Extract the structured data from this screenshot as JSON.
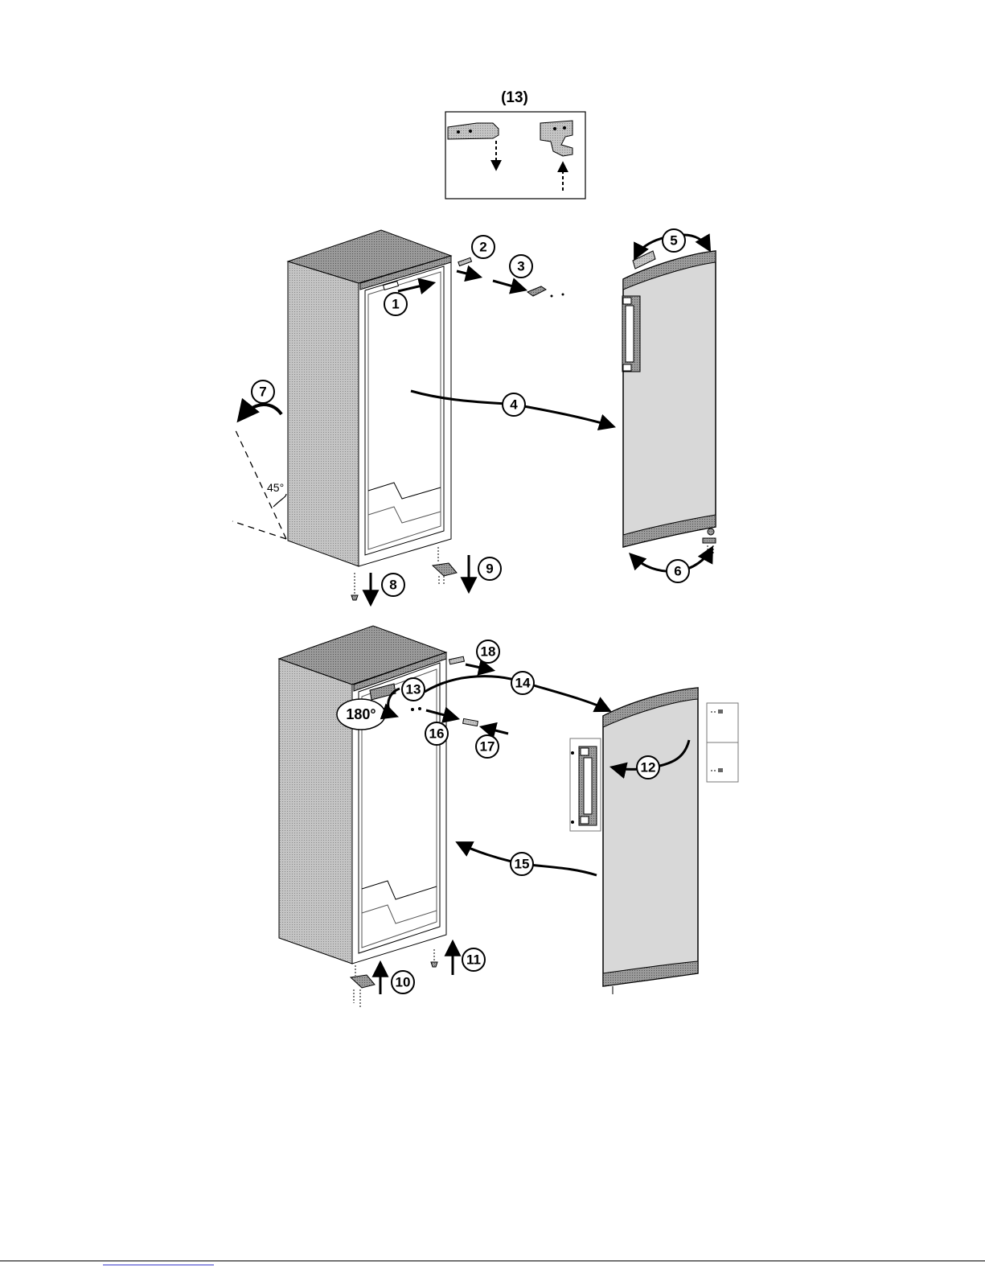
{
  "detail_box": {
    "label": "(13)"
  },
  "steps": {
    "s1": "1",
    "s2": "2",
    "s3": "3",
    "s4": "4",
    "s5": "5",
    "s6": "6",
    "s7": "7",
    "s8": "8",
    "s9": "9",
    "s10": "10",
    "s11": "11",
    "s12": "12",
    "s13": "13",
    "s14": "14",
    "s15": "15",
    "s16": "16",
    "s17": "17",
    "s18": "18"
  },
  "annotations": {
    "angle": "45°",
    "rotation": "180°"
  },
  "colors": {
    "cabinet_side": "#bdbdbd",
    "cabinet_top": "#9e9e9e",
    "door": "#d4d4d4",
    "line": "#000000"
  }
}
